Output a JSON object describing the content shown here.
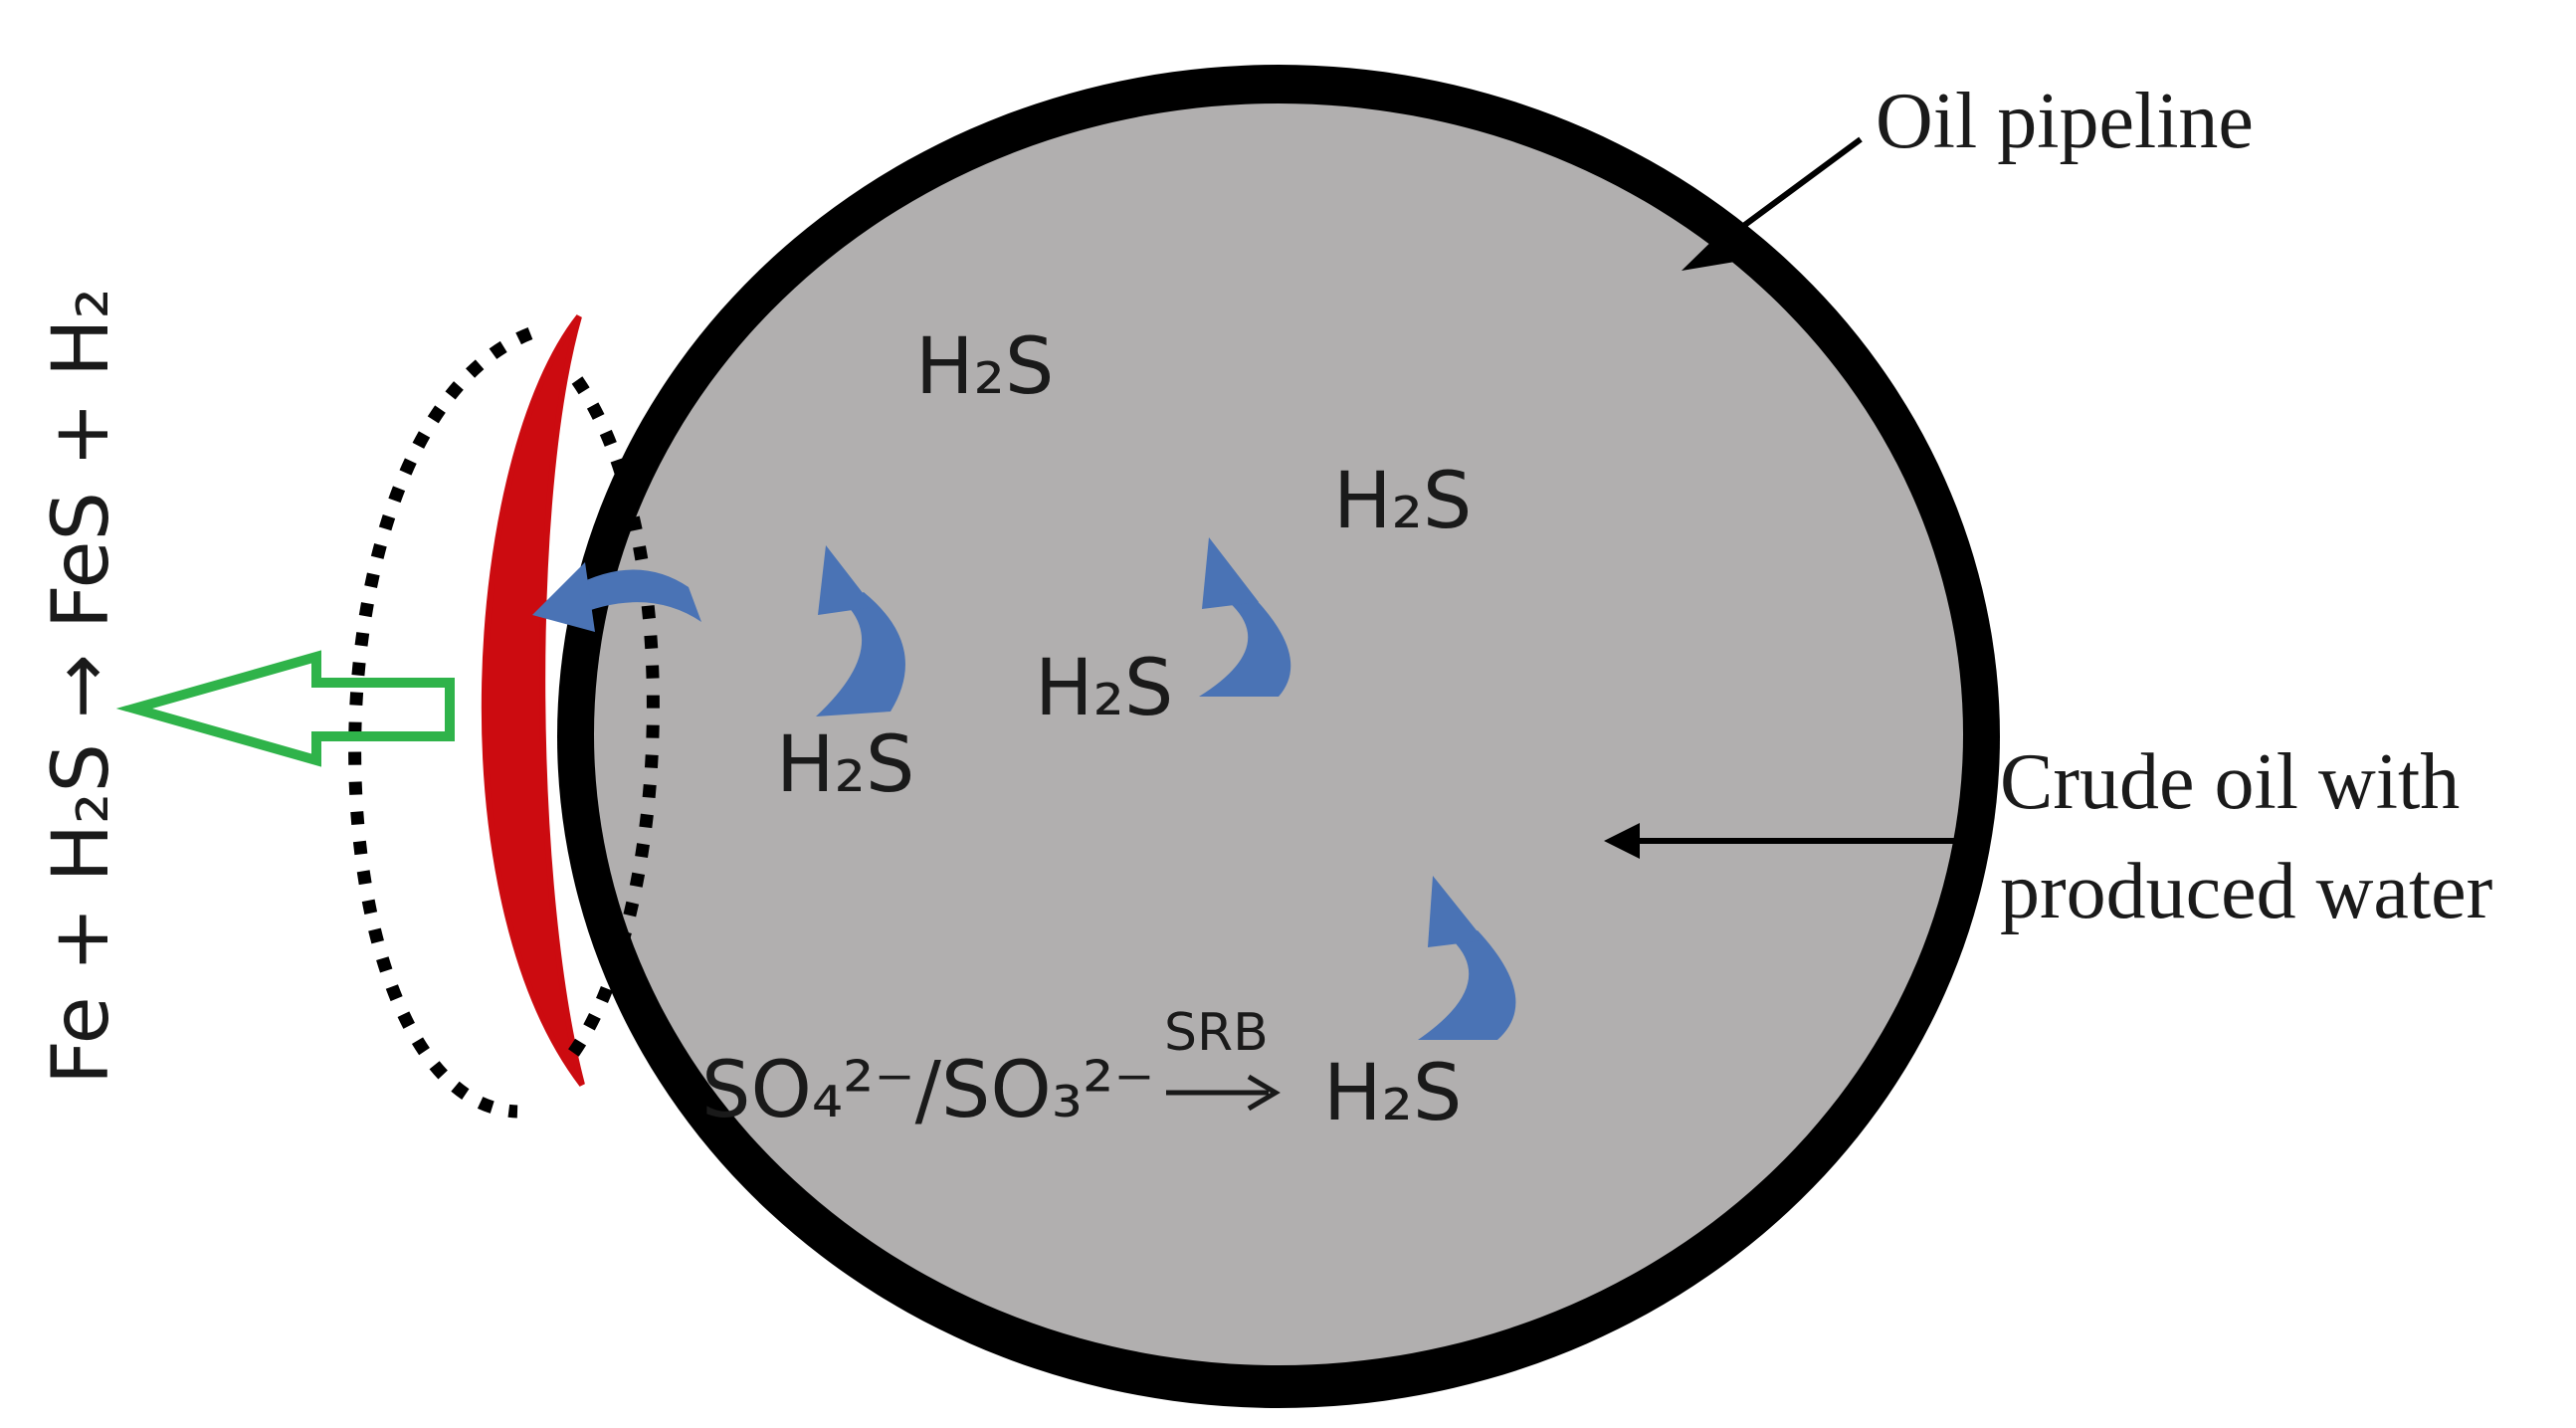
{
  "labels": {
    "pipeline": "Oil pipeline",
    "crude_line1": "Crude oil with",
    "crude_line2": "produced water"
  },
  "reaction": {
    "equation": "Fe + H₂S → FeS + H₂",
    "sulfate": "SO₄²⁻/SO₃²⁻",
    "catalyst": "SRB",
    "product": "H₂S"
  },
  "h2s_labels": [
    "H₂S",
    "H₂S",
    "H₂S",
    "H₂S"
  ],
  "colors": {
    "pipe_wall": "#000000",
    "oil": "#b1afaf",
    "corrosion": "#cc0b10",
    "flow_arrow": "#4a73b5",
    "release_arrow": "#2fb34a"
  }
}
